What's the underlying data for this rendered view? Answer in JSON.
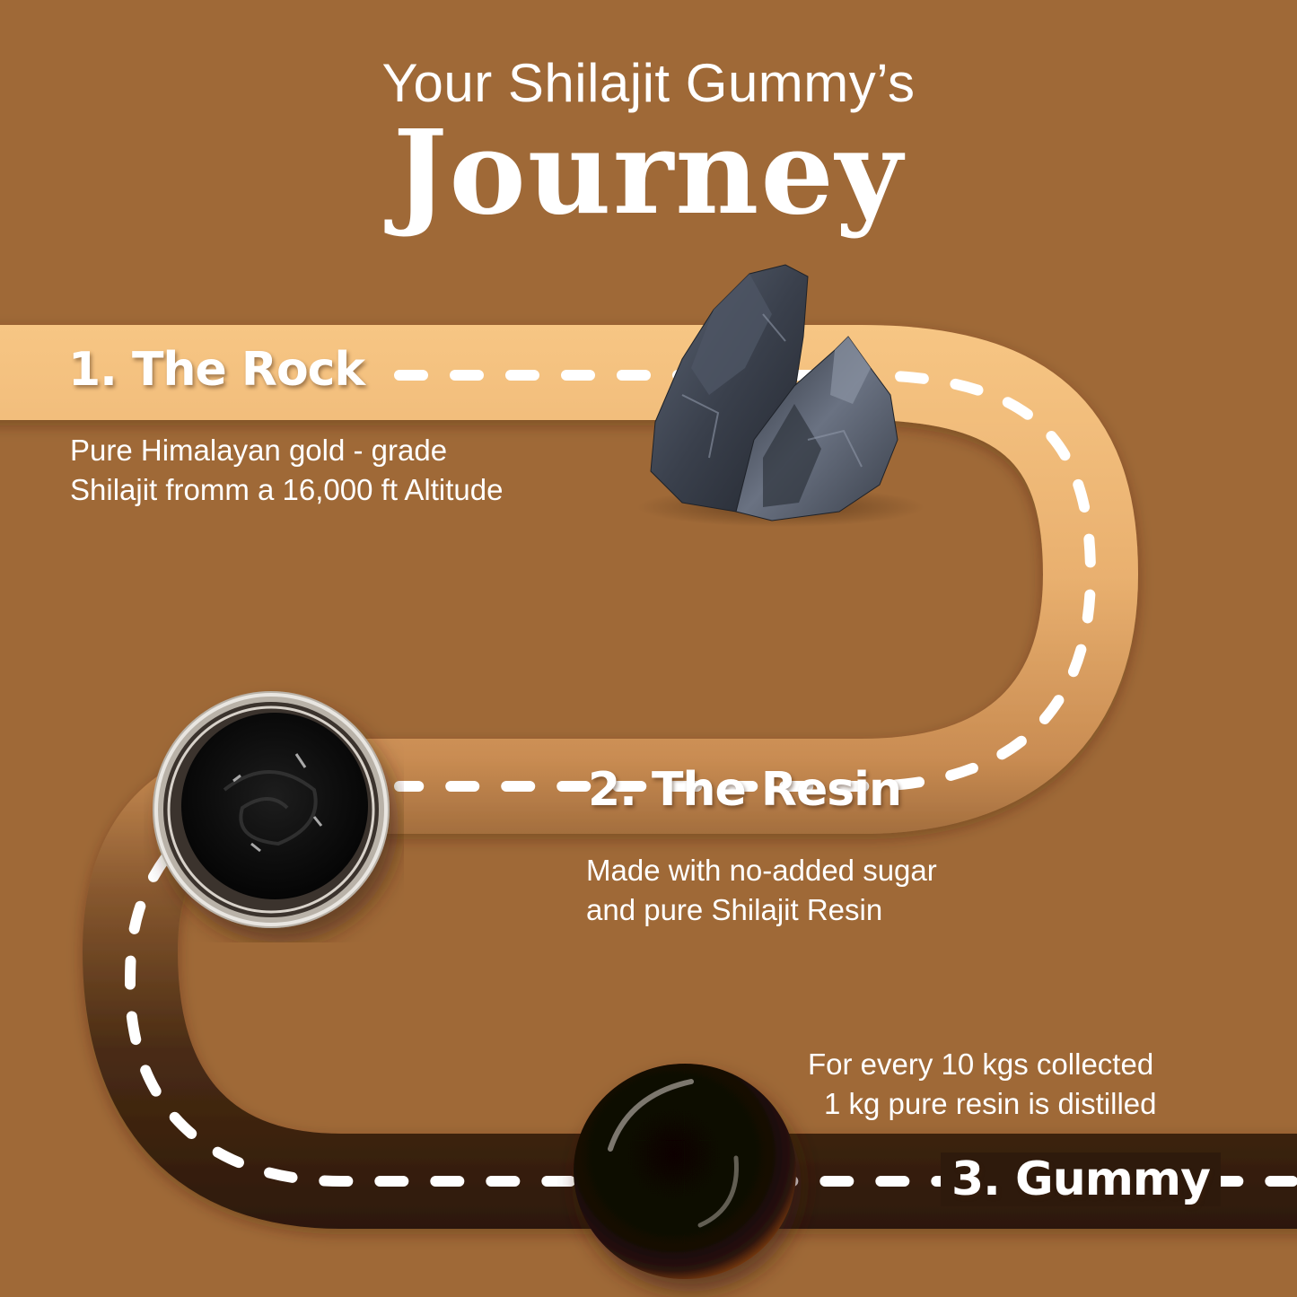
{
  "header": {
    "subtitle": "Your Shilajit Gummy’s",
    "title": "Journey"
  },
  "steps": [
    {
      "title": "1. The Rock",
      "description_lines": [
        "Pure Himalayan gold - grade",
        "Shilajit fromm a 16,000 ft Altitude"
      ],
      "image": "rock-icon"
    },
    {
      "title": "2. The Resin",
      "description_lines": [
        "Made with no-added sugar",
        "and pure Shilajit Resin"
      ],
      "image": "resin-bowl-icon"
    },
    {
      "title": "3. Gummy",
      "description_lines": [
        "For every 10 kgs collected",
        "1 kg pure resin is distilled"
      ],
      "image": "gummy-icon"
    }
  ],
  "colors": {
    "background": "#9f6937",
    "road_light": "#f5c482",
    "road_mid": "#c98d52",
    "road_dark": "#2e1a0c",
    "text": "#ffffff",
    "dash": "#ffffff"
  }
}
